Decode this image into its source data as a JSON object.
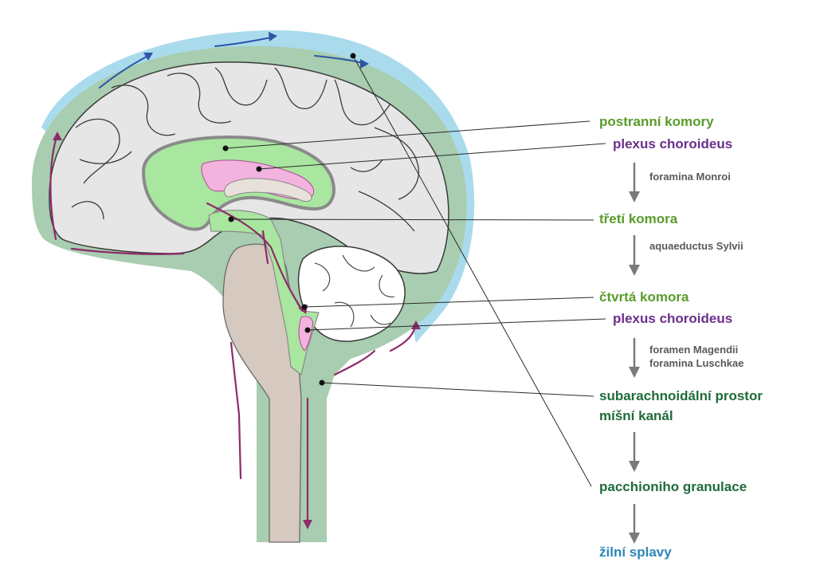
{
  "colors": {
    "green_label": "#5a9c2c",
    "purple_label": "#6b2f8c",
    "darkgreen_label": "#1f6b3a",
    "blue_label": "#2e86b8",
    "grey_small": "#5a5a5a",
    "brain_fill": "#e6e6e6",
    "csf_green": "#a8cdb0",
    "ventricle_green": "#a9e6a0",
    "choroid_pink": "#f2b3df",
    "brainstem": "#d6c9bf",
    "sinus_blue": "#a9dbec",
    "flow_arrow_purple": "#8e2b6a",
    "flow_arrow_blue": "#2c55a8"
  },
  "labels": {
    "lateral_ventricles": "postranní komory",
    "choroid_plexus_1": "plexus choroideus",
    "foramina_monroi": "foramina Monroi",
    "third_ventricle": "třetí komora",
    "aqueduct": "aquaeductus Sylvii",
    "fourth_ventricle": "čtvrtá komora",
    "choroid_plexus_2": "plexus choroideus",
    "foramen_magendii": "foramen Magendii",
    "foramina_luschkae": "foramina Luschkae",
    "subarachnoid": "subarachnoidální prostor",
    "spinal_canal": "míšní kanál",
    "pacchionian": "pacchioniho granulace",
    "venous_sinuses": "žilní splavy"
  }
}
